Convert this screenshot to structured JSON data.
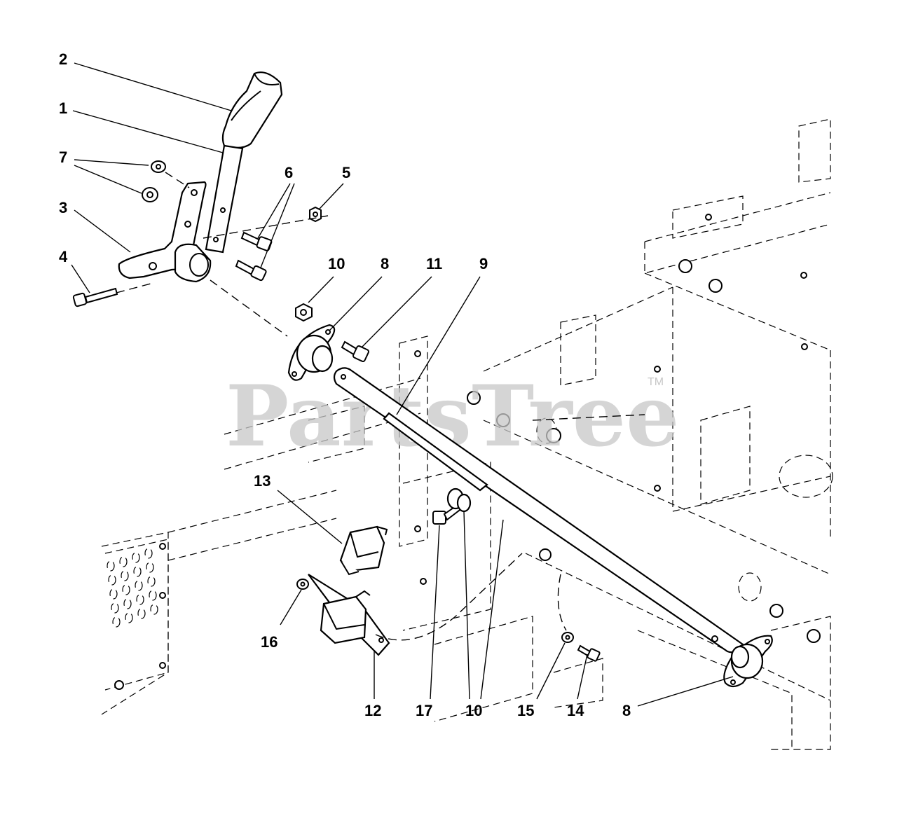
{
  "watermark": {
    "text": "PartsTree",
    "trademark": "TM"
  },
  "callouts": {
    "c2": "2",
    "c1": "1",
    "c7": "7",
    "c3": "3",
    "c4": "4",
    "c6": "6",
    "c5": "5",
    "c10a": "10",
    "c8a": "8",
    "c11": "11",
    "c9": "9",
    "c13": "13",
    "c16": "16",
    "c12": "12",
    "c17": "17",
    "c10b": "10",
    "c15": "15",
    "c14": "14",
    "c8b": "8"
  }
}
